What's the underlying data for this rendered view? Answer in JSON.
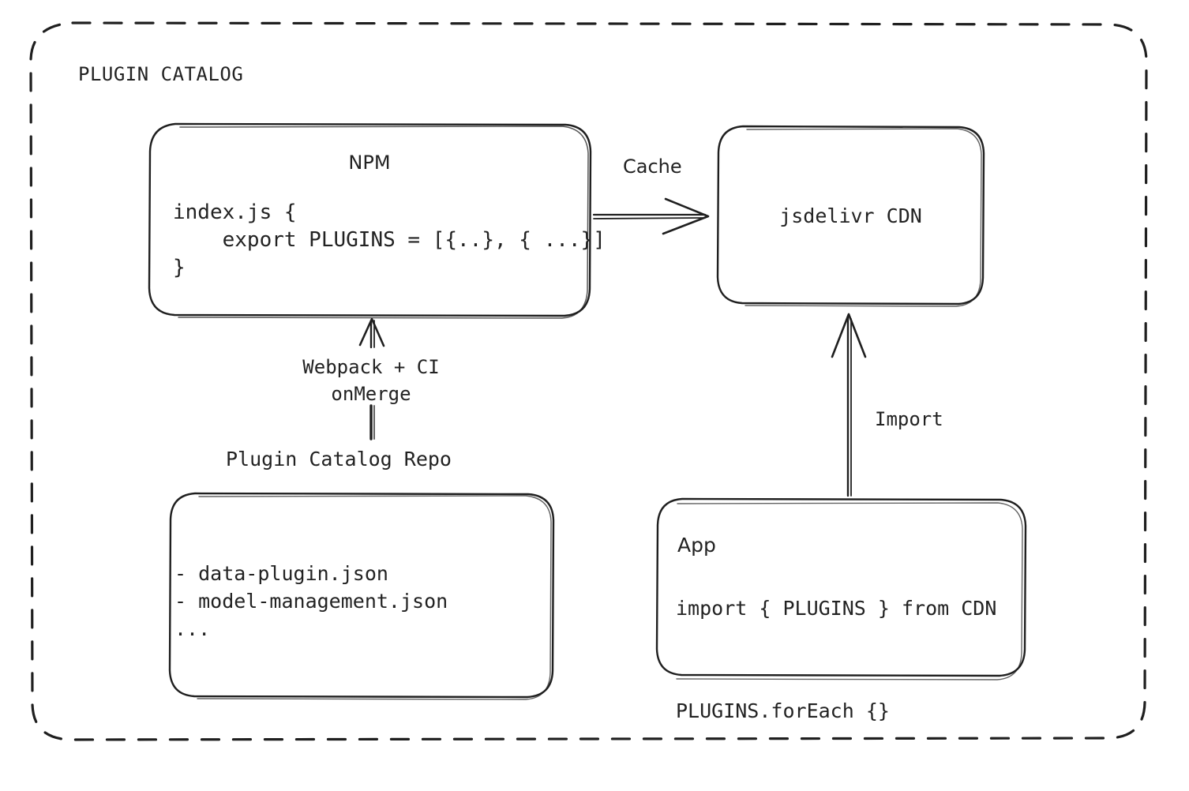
{
  "diagram": {
    "group_label": "PLUGIN CATALOG",
    "background": "#ffffff",
    "stroke_color": "#1f1f1f",
    "nodes": {
      "npm": {
        "title": "NPM",
        "code": "index.js {\n    export PLUGINS = [{..}, { ...}]\n}"
      },
      "cdn": {
        "title": "jsdelivr CDN"
      },
      "repo": {
        "title": "Plugin Catalog Repo",
        "items": "- data-plugin.json\n- model-management.json\n..."
      },
      "app": {
        "title": "App",
        "code": "import { PLUGINS } from CDN\n\nPLUGINS.forEach {}"
      }
    },
    "edges": {
      "cache": "Cache",
      "webpack": "Webpack + CI\nonMerge",
      "import": "Import"
    }
  }
}
